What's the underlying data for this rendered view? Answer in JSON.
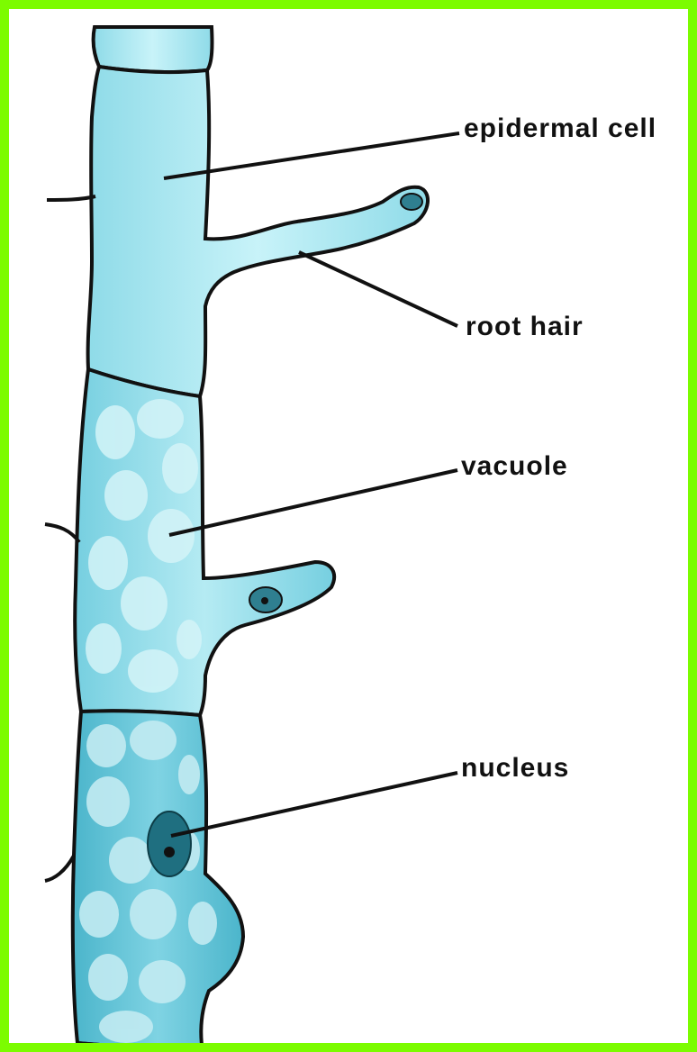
{
  "diagram": {
    "labels": {
      "epidermal_cell": "epidermal cell",
      "root_hair": "root hair",
      "vacuole": "vacuole",
      "nucleus": "nucleus"
    },
    "colors": {
      "border": "#7cfc00",
      "cell_light": "#bff0f7",
      "cell_mid": "#7fd6e6",
      "cell_dark": "#4fb8cc",
      "vacuole_fill": "#a9dfe8",
      "nucleus_fill": "#1f6f80",
      "outline": "#111111"
    }
  }
}
